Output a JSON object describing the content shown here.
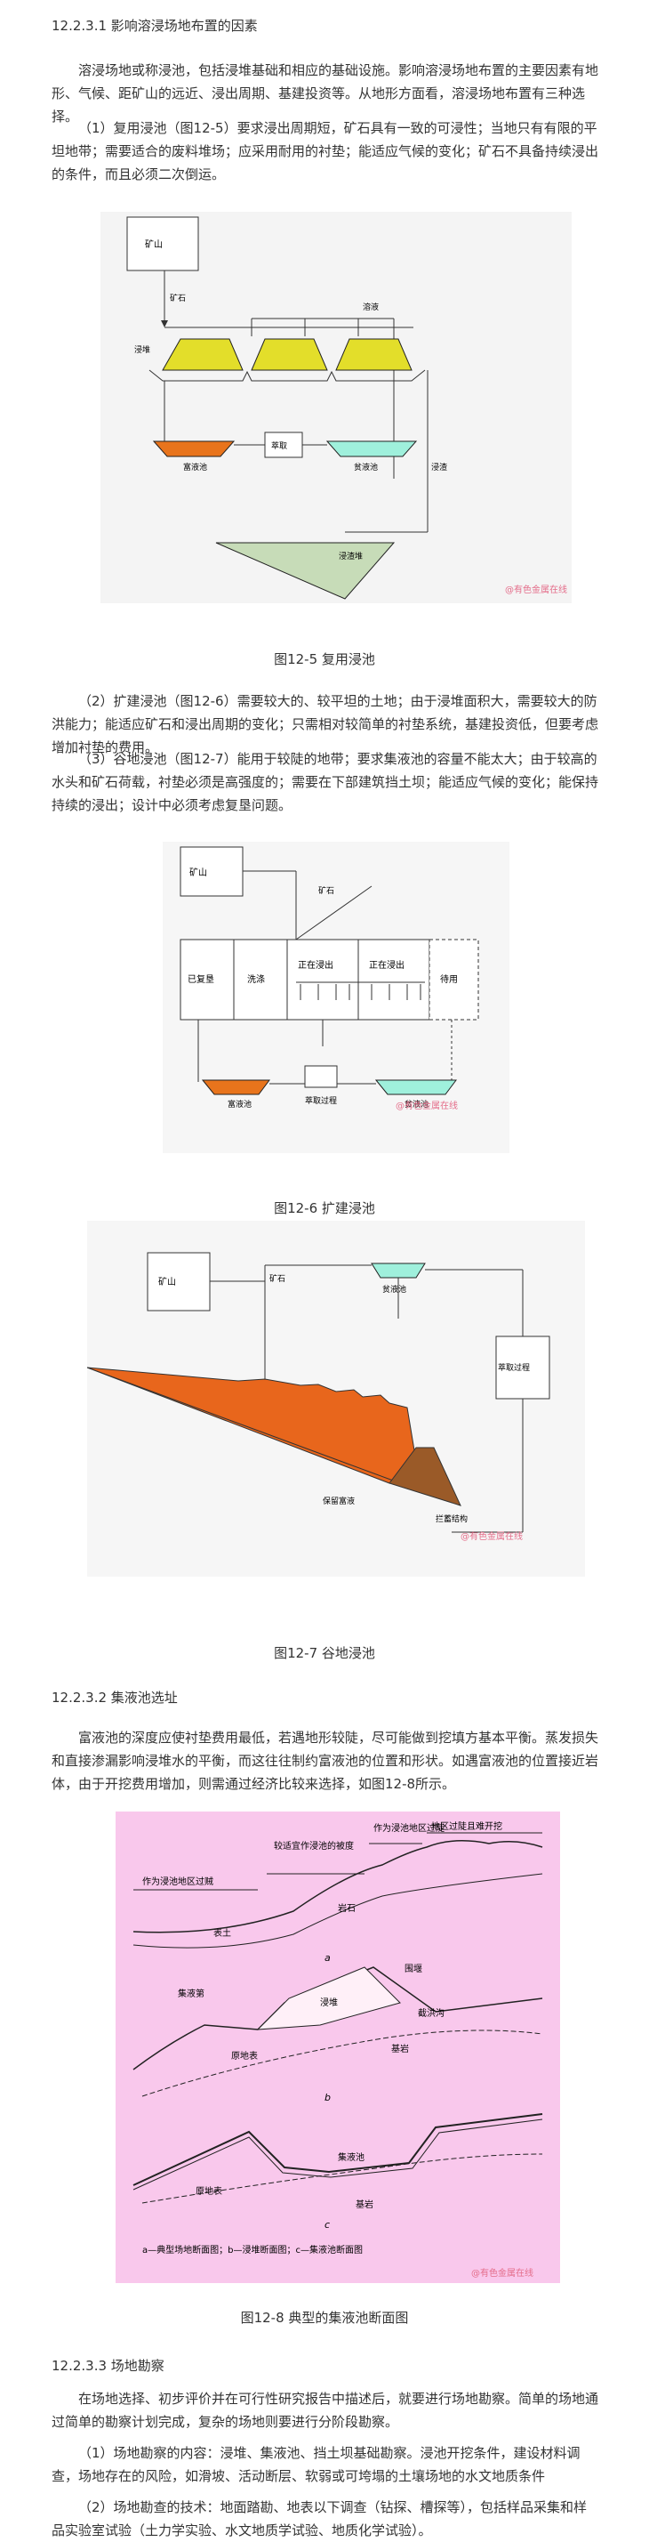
{
  "sec1": {
    "heading": "12.2.3.1 影响溶浸场地布置的因素",
    "intro": "溶浸场地或称浸池，包括浸堆基础和相应的基础设施。影响溶浸场地布置的主要因素有地形、气候、距矿山的远近、浸出周期、基建投资等。从地形方面看，溶浸场地布置有三种选择。",
    "item1": "（1）复用浸池（图12-5）要求浸出周期短，矿石具有一致的可浸性；当地只有有限的平坦地带；需要适合的废料堆场；应采用耐用的衬垫；能适应气候的变化；矿石不具备持续浸出的条件，而且必须二次倒运。",
    "item2": "（2）扩建浸池（图12-6）需要较大的、较平坦的土地；由于浸堆面积大，需要较大的防洪能力；能适应矿石和浸出周期的变化；只需相对较简单的衬垫系统，基建投资低，但要考虑增加衬垫的费用。",
    "item3": "（3）谷地浸池（图12-7）能用于较陡的地带；要求集液池的容量不能太大；由于较高的水头和矿石荷载，衬垫必须是高强度的；需要在下部建筑挡土坝；能适应气候的变化；能保持持续的浸出；设计中必须考虑复垦问题。"
  },
  "fig5": {
    "mine": "矿山",
    "ore": "矿石",
    "leach_solution": "溶液",
    "leach_heap": "浸堆",
    "rich_pond": "富液池",
    "extraction": "萃取",
    "lean_pond": "贫液池",
    "residue": "浸渣",
    "waste_heap": "浸渣堆",
    "watermark": "@有色金属在线",
    "caption": "图12-5 复用浸池",
    "colors": {
      "heap": "#e3de2a",
      "rich": "#e8741c",
      "lean": "#9ff0dc",
      "waste": "#c7dcb8"
    }
  },
  "fig6": {
    "mine": "矿山",
    "ore": "矿石",
    "reclaimed": "已复垦",
    "washing": "洗涤",
    "leaching1": "正在浸出",
    "leaching2": "正在浸出",
    "standby": "待用",
    "rich_pond": "富液池",
    "extraction": "萃取过程",
    "lean_pond": "贫液池",
    "watermark": "@有色金属在线",
    "caption": "图12-6 扩建浸池"
  },
  "fig7": {
    "mine": "矿山",
    "ore": "矿石",
    "lean_pond": "贫液池",
    "extraction": "萃取过程",
    "preserve": "保留富液",
    "dam": "拦蓄结构",
    "watermark": "@有色金属在线",
    "caption": "图12-7 谷地浸池",
    "colors": {
      "heap": "#e8661c",
      "dam": "#9a5a28"
    }
  },
  "sec2": {
    "heading": "12.2.3.2 集液池选址",
    "para": "富液池的深度应使衬垫费用最低，若遇地形较陡，尽可能做到挖填方基本平衡。蒸发损失和直接渗漏影响浸堆水的平衡，而这往往制约富液池的位置和形状。如遇富液池的位置接近岩体，由于开挖费用增加，则需通过经济比较来选择，如图12-8所示。"
  },
  "fig8": {
    "label_a1": "作为浸池地区过贼",
    "label_a2": "较适宜作浸池的被度",
    "label_a3": "作为浸池地区过陡",
    "label_a4": "地区过陡且难开挖",
    "topsoil": "表土",
    "rock": "岩石",
    "tag_a": "a",
    "collection_pond": "集液第",
    "dike": "围堰",
    "heap": "浸堆",
    "ditch": "截洪沟",
    "original_surface": "原地表",
    "bedrock": "基岩",
    "tag_b": "b",
    "pond": "集液池",
    "original_surface2": "原地表",
    "bedrock2": "基岩",
    "tag_c": "c",
    "legend": "a—典型场地断面图；b—浸堆断面图；c—集液池断面图",
    "watermark": "@有色金属在线",
    "caption": "图12-8 典型的集液池断面图",
    "bg": "#f9c8ec"
  },
  "sec3": {
    "heading": "12.2.3.3 场地勘察",
    "para": "在场地选择、初步评价并在可行性研究报告中描述后，就要进行场地勘察。简单的场地通过简单的勘察计划完成，复杂的场地则要进行分阶段勘察。",
    "item1": "（1）场地勘察的内容：浸堆、集液池、挡土坝基础勘察。浸池开挖条件，建设材料调查，场地存在的风险，如滑坡、活动断层、软弱或可垮塌的土壤场地的水文地质条件",
    "item2": "（2）场地勘查的技术：地面踏勘、地表以下调查（钻探、槽探等），包括样品采集和样品实验室试验（土力学实验、水文地质学试验、地质化学试验）。"
  }
}
